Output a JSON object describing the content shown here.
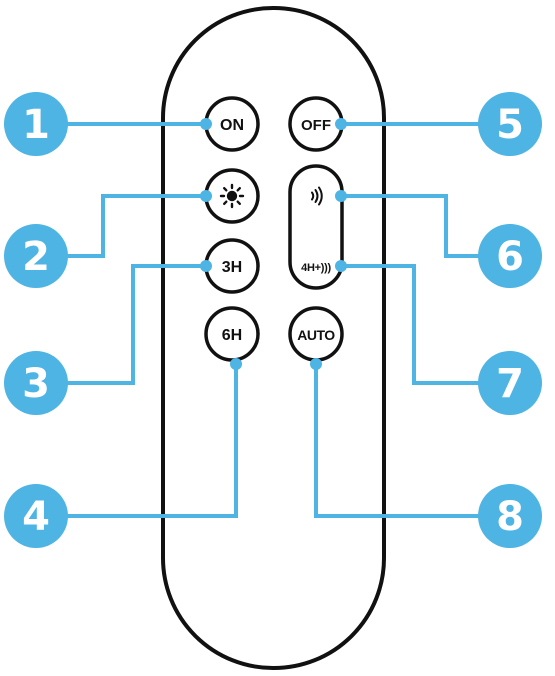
{
  "colors": {
    "accent": "#4DB4E4",
    "outline": "#111111",
    "background": "#ffffff"
  },
  "buttons": {
    "on": "ON",
    "off": "OFF",
    "brightness_icon": "sun-icon",
    "h3": "3H",
    "h6": "6H",
    "auto": "AUTO",
    "sound_icon": "sound-waves-icon",
    "h4_sound": "4H+)))"
  },
  "callouts": [
    "1",
    "2",
    "3",
    "4",
    "5",
    "6",
    "7",
    "8"
  ]
}
